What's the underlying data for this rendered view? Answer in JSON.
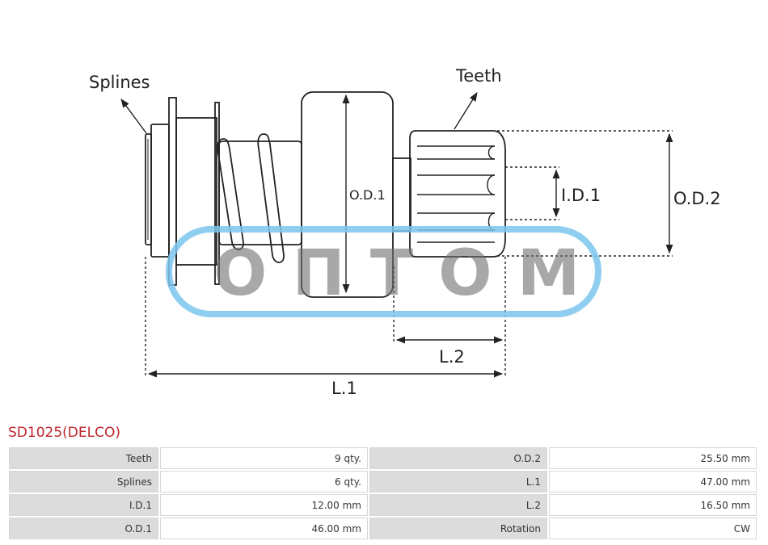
{
  "diagram": {
    "labels": {
      "splines": "Splines",
      "teeth": "Teeth",
      "od1": "O.D.1",
      "id1": "I.D.1",
      "od2": "O.D.2",
      "l1": "L.1",
      "l2": "L.2"
    },
    "watermark": "О П Т О М",
    "watermark_color": "#7cc6ef"
  },
  "part": {
    "title": "SD1025(DELCO)"
  },
  "specs": {
    "rows": [
      {
        "k1": "Teeth",
        "v1": "9 qty.",
        "k2": "O.D.2",
        "v2": "25.50 mm"
      },
      {
        "k1": "Splines",
        "v1": "6 qty.",
        "k2": "L.1",
        "v2": "47.00 mm"
      },
      {
        "k1": "I.D.1",
        "v1": "12.00 mm",
        "k2": "L.2",
        "v2": "16.50 mm"
      },
      {
        "k1": "O.D.1",
        "v1": "46.00 mm",
        "k2": "Rotation",
        "v2": "CW"
      }
    ]
  }
}
